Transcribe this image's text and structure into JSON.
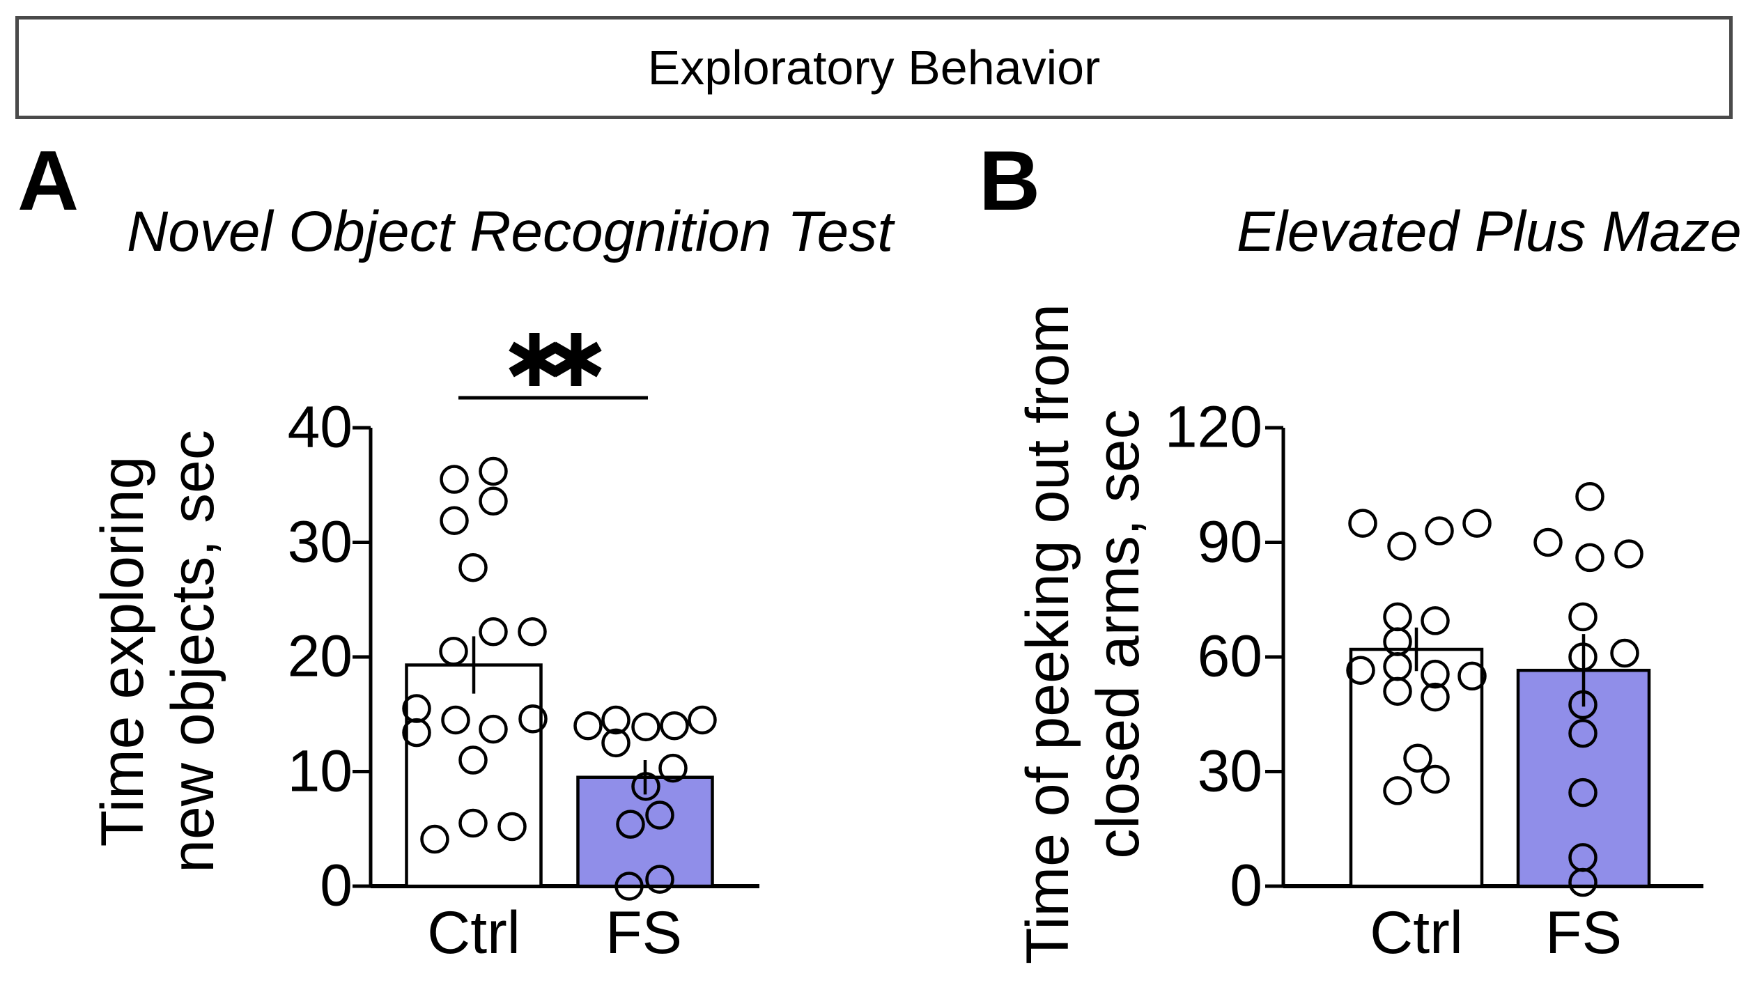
{
  "header": {
    "title": "Exploratory Behavior"
  },
  "colors": {
    "ctrl_bar_fill": "#FFFFFF",
    "fs_bar_fill": "#908EE9",
    "stroke": "#000000",
    "header_border": "#4a4a4a"
  },
  "chart_data": [
    {
      "type": "bar",
      "panel": "A",
      "title": "Novel Object Recognition Test",
      "ylabel_lines": [
        "Time exploring",
        "new objects, sec"
      ],
      "xlabel": "",
      "categories": [
        "Ctrl",
        "FS"
      ],
      "ylim": [
        0,
        40
      ],
      "yticks": [
        0,
        10,
        20,
        30,
        40
      ],
      "grid": false,
      "legend": "none",
      "series": [
        {
          "name": "Ctrl",
          "mean": 19.3,
          "sem": 2.5,
          "fill": "#FFFFFF",
          "points": [
            36.2,
            35.5,
            33.6,
            31.9,
            27.8,
            22.2,
            22.2,
            20.5,
            15.5,
            14.6,
            14.5,
            13.7,
            13.4,
            11.0,
            5.5,
            5.2,
            4.1
          ]
        },
        {
          "name": "FS",
          "mean": 9.5,
          "sem": 1.5,
          "fill": "#908EE9",
          "points": [
            14.5,
            14.5,
            14.0,
            14.0,
            13.9,
            12.5,
            10.3,
            8.7,
            6.2,
            5.4,
            0.6,
            0.0
          ]
        }
      ],
      "significance": {
        "label": "**",
        "between": [
          "Ctrl",
          "FS"
        ]
      }
    },
    {
      "type": "bar",
      "panel": "B",
      "title": "Elevated Plus Maze",
      "ylabel_lines": [
        "Time of peeking out from",
        "closed arms, sec"
      ],
      "xlabel": "",
      "categories": [
        "Ctrl",
        "FS"
      ],
      "ylim": [
        0,
        120
      ],
      "yticks": [
        0,
        30,
        60,
        90,
        120
      ],
      "grid": false,
      "legend": "none",
      "series": [
        {
          "name": "Ctrl",
          "mean": 62.0,
          "sem": 5.7,
          "fill": "#FFFFFF",
          "points": [
            95,
            95,
            93,
            89,
            70.5,
            69.5,
            64,
            57.5,
            56.5,
            55.5,
            55,
            51,
            49.5,
            33.5,
            28,
            25
          ]
        },
        {
          "name": "FS",
          "mean": 56.5,
          "sem": 9.5,
          "fill": "#908EE9",
          "points": [
            102,
            90,
            87,
            86,
            70.5,
            61,
            60,
            47.5,
            40,
            24.5,
            7.5,
            1
          ]
        }
      ],
      "significance": null
    }
  ]
}
